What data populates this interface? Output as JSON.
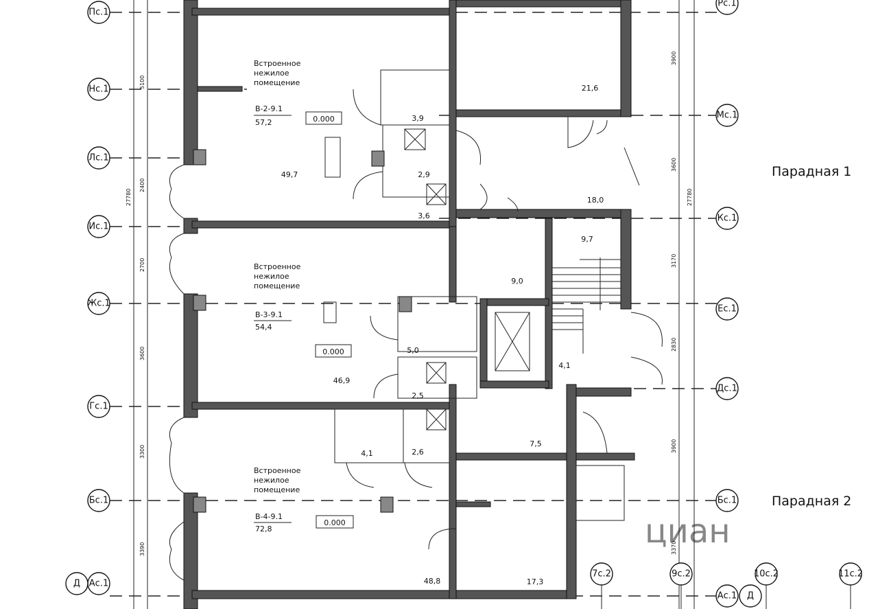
{
  "axis_bubbles": [
    "Пс.1",
    "Нс.1",
    "Лс.1",
    "Ис.1",
    "Жс.1",
    "Гс.1",
    "Бс.1",
    "Ас.1",
    "Рс.1",
    "Мс.1",
    "Кс.1",
    "Ес.1",
    "Дс.1",
    "Бс.1",
    "Ас.1",
    "7с.2",
    "9с.2",
    "10с.2",
    "11с.2"
  ],
  "axis_markers": [
    "Д",
    "Д"
  ],
  "entrances": [
    "Парадная 1",
    "Парадная 2"
  ],
  "units": [
    {
      "title": [
        "Встроенное",
        "нежилое",
        "помещение"
      ],
      "code": "В-2-9.1",
      "total_area": "57,2",
      "level": "0.000",
      "main_area": "49,7"
    },
    {
      "title": [
        "Встроенное",
        "нежилое",
        "помещение"
      ],
      "code": "В-3-9.1",
      "total_area": "54,4",
      "level": "0.000",
      "main_area": "46,9"
    },
    {
      "title": [
        "Встроенное",
        "нежилое",
        "помещение"
      ],
      "code": "В-4-9.1",
      "total_area": "72,8",
      "level": "0.000",
      "main_area": "48,8"
    }
  ],
  "room_areas": [
    "3,9",
    "2,9",
    "3,6",
    "21,6",
    "18,0",
    "9,7",
    "9,0",
    "5,0",
    "2,5",
    "4,1",
    "4,1",
    "2,6",
    "7,5",
    "17,3"
  ],
  "dimensions": [
    "5100",
    "2400",
    "2700",
    "27780",
    "3600",
    "3300",
    "3390",
    "3900",
    "3600",
    "3170",
    "2830",
    "3900",
    "3370",
    "27780"
  ],
  "watermark": "циан"
}
